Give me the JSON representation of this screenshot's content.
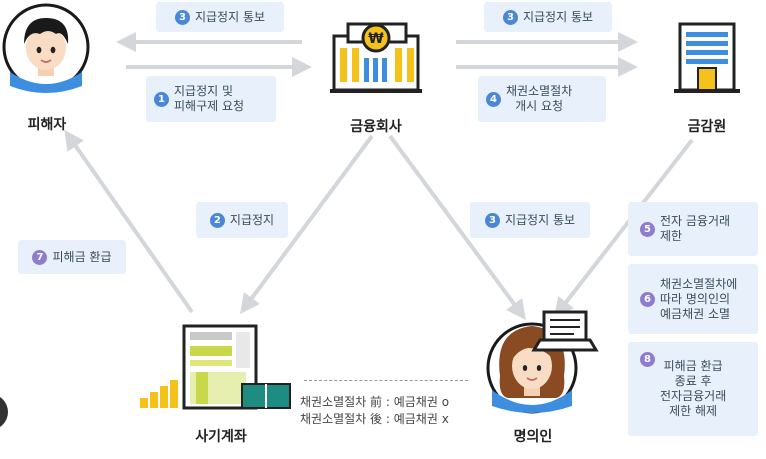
{
  "actors": {
    "victim": "피해자",
    "financial_company": "금융회사",
    "fss": "금감원",
    "fraud_account": "사기계좌",
    "account_holder": "명의인"
  },
  "steps": {
    "s3_top_left": {
      "num": "3",
      "text": "지급정지 통보"
    },
    "s1": {
      "num": "1",
      "line1": "지급정지 및",
      "line2": "피해구제 요청"
    },
    "s3_top_right": {
      "num": "3",
      "text": "지급정지 통보"
    },
    "s4": {
      "num": "4",
      "line1": "채권소멸절차",
      "line2": "개시 요청"
    },
    "s2": {
      "num": "2",
      "text": "지급정지"
    },
    "s3_mid": {
      "num": "3",
      "text": "지급정지 통보"
    },
    "s7": {
      "num": "7",
      "text": "피해금 환급"
    },
    "s5": {
      "num": "5",
      "line1": "전자 금융거래",
      "line2": "제한"
    },
    "s6": {
      "num": "6",
      "line1": "채권소멸절차에",
      "line2": "따라 명의인의",
      "line3": "예금채권 소멸"
    },
    "s8": {
      "num": "8",
      "line1": "피해금 환급",
      "line2": "종료 후",
      "line3": "전자금융거래",
      "line4": "제한 해제"
    }
  },
  "notes": {
    "before": "채권소멸절차 前 : 예금채권 o",
    "after": "채권소멸절차 後 : 예금채권 x"
  },
  "icons": {
    "financial_company_symbol": "₩"
  },
  "colors": {
    "box_bg": "#e8f1fb",
    "step_number_blue": "#4a88d6",
    "step_number_purple": "#8f7ccf",
    "arrow": "#d3d7dc"
  }
}
